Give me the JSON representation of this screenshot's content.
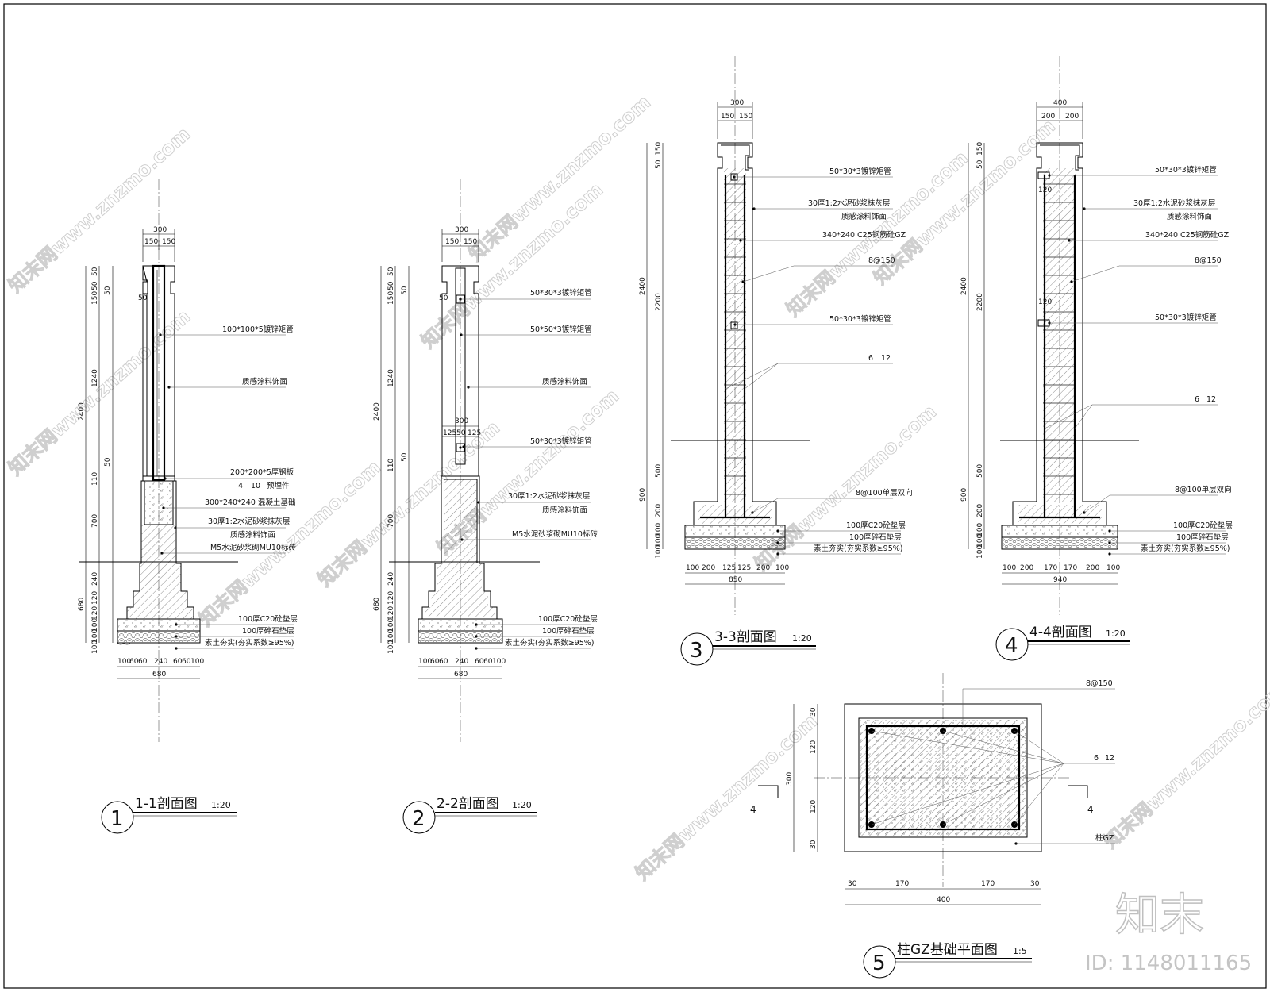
{
  "frame": "drawing-border",
  "watermark": {
    "text": "知末网www.znzmo.com"
  },
  "brand": {
    "logo": "知末",
    "id": "ID: 1148011165"
  },
  "sections": [
    {
      "id": "s1",
      "number": "1",
      "title": "1-1剖面图",
      "scale": "1:20",
      "top_dims": [
        "300",
        "150",
        "150"
      ],
      "left_dims": [
        "50",
        "50",
        "150",
        "50",
        "50",
        "1240",
        "2400",
        "110",
        "50",
        "700",
        "240",
        "120",
        "120",
        "680",
        "100",
        "100",
        "100"
      ],
      "bottom_dims": [
        "100",
        "60",
        "60",
        "240",
        "60",
        "60",
        "100",
        "680"
      ],
      "notes": [
        "100*100*5镀锌矩管",
        "质感涂料饰面",
        "200*200*5厚钢板",
        "4",
        "10",
        "预埋件",
        "300*240*240 混凝土基础",
        "30厚1:2水泥砂浆抹灰层",
        "质感涂料饰面",
        "M5水泥砂浆砌MU10标砖",
        "100厚C20砼垫层",
        "100厚碎石垫层",
        "素土夯实(夯实系数≥95%)"
      ]
    },
    {
      "id": "s2",
      "number": "2",
      "title": "2-2剖面图",
      "scale": "1:20",
      "top_dims": [
        "300",
        "150",
        "150"
      ],
      "mid_dims": [
        "300",
        "125",
        "50",
        "125"
      ],
      "left_dims": [
        "50",
        "50",
        "150",
        "50",
        "50",
        "1240",
        "2400",
        "110",
        "50",
        "700",
        "240",
        "120",
        "120",
        "680",
        "100",
        "100",
        "100"
      ],
      "bottom_dims": [
        "100",
        "60",
        "60",
        "240",
        "60",
        "60",
        "100",
        "680"
      ],
      "notes": [
        "50*30*3镀锌矩管",
        "50*50*3镀锌矩管",
        "质感涂料饰面",
        "50*30*3镀锌矩管",
        "30厚1:2水泥砂浆抹灰层",
        "质感涂料饰面",
        "M5水泥砂浆砌MU10标砖",
        "100厚C20砼垫层",
        "100厚碎石垫层",
        "素土夯实(夯实系数≥95%)"
      ]
    },
    {
      "id": "s3",
      "number": "3",
      "title": "3-3剖面图",
      "scale": "1:20",
      "top_dims": [
        "300",
        "150",
        "150"
      ],
      "left_dims": [
        "50",
        "150",
        "2200",
        "2400",
        "500",
        "200",
        "900",
        "100",
        "100",
        "100"
      ],
      "bottom_dims": [
        "100",
        "200",
        "125",
        "125",
        "200",
        "100",
        "850"
      ],
      "notes": [
        "50*30*3镀锌矩管",
        "30厚1:2水泥砂浆抹灰层",
        "质感涂料饰面",
        "340*240 C25钢筋砼GZ",
        "8@150",
        "50*30*3镀锌矩管",
        "6",
        "12",
        "8@100单层双向",
        "100厚C20砼垫层",
        "100厚碎石垫层",
        "素土夯实(夯实系数≥95%)"
      ]
    },
    {
      "id": "s4",
      "number": "4",
      "title": "4-4剖面图",
      "scale": "1:20",
      "top_dims": [
        "400",
        "200",
        "200"
      ],
      "side_dims": [
        "120",
        "120"
      ],
      "left_dims": [
        "50",
        "150",
        "2200",
        "2400",
        "500",
        "200",
        "900",
        "100",
        "100",
        "100"
      ],
      "bottom_dims": [
        "100",
        "200",
        "170",
        "170",
        "200",
        "100",
        "940"
      ],
      "notes": [
        "50*30*3镀锌矩管",
        "30厚1:2水泥砂浆抹灰层",
        "质感涂料饰面",
        "340*240 C25钢筋砼GZ",
        "8@150",
        "50*30*3镀锌矩管",
        "6",
        "12",
        "8@100单层双向",
        "100厚C20砼垫层",
        "100厚碎石垫层",
        "素土夯实(夯实系数≥95%)"
      ]
    },
    {
      "id": "s5",
      "number": "5",
      "title": "柱GZ基础平面图",
      "scale": "1:5",
      "left_dims": [
        "30",
        "120",
        "300",
        "120",
        "30"
      ],
      "bottom_dims": [
        "30",
        "170",
        "170",
        "30",
        "400"
      ],
      "cut_marks": [
        "4",
        "4"
      ],
      "notes": [
        "8@150",
        "6",
        "12",
        "柱GZ"
      ]
    }
  ]
}
